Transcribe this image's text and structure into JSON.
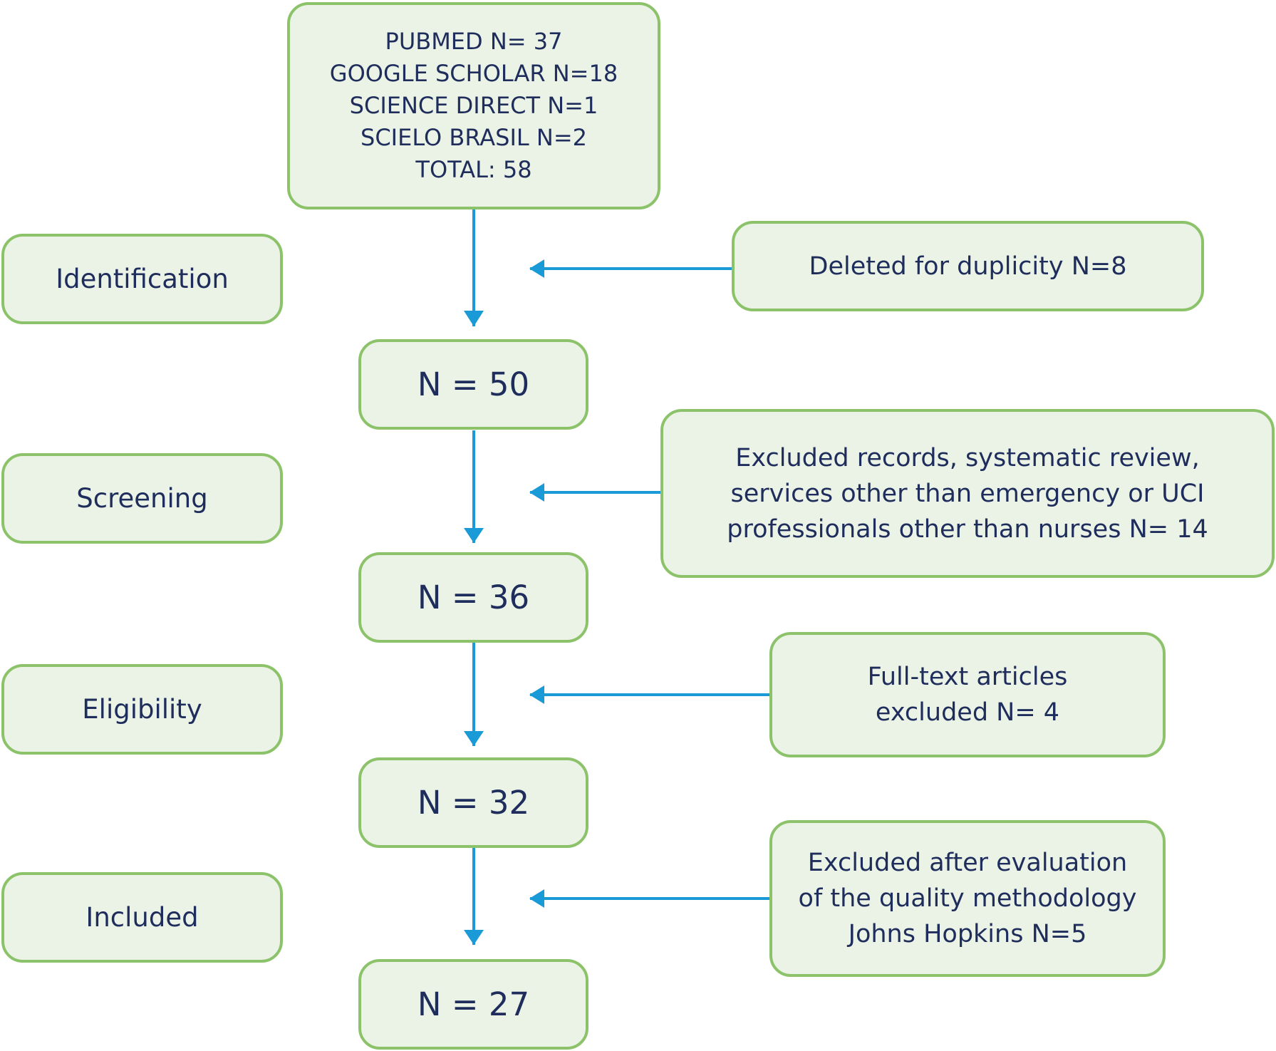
{
  "sources": [
    "PUBMED N= 37",
    "GOOGLE SCHOLAR N=18",
    "SCIENCE DIRECT N=1",
    "SCIELO BRASIL N=2",
    "TOTAL: 58"
  ],
  "stages": [
    "Identification",
    "Screening",
    "Eligibility",
    "Included"
  ],
  "counts": [
    "N = 50",
    "N = 36",
    "N = 32",
    "N = 27"
  ],
  "exclusions": [
    [
      "Deleted for duplicity N=8"
    ],
    [
      "Excluded records, systematic review,",
      "services other than emergency or UCI",
      "professionals other than nurses N= 14"
    ],
    [
      "Full-text articles",
      "excluded N= 4"
    ],
    [
      "Excluded after evaluation",
      "of the quality methodology",
      "Johns Hopkins N=5"
    ]
  ],
  "colors": {
    "box_fill": "#ebf3e6",
    "box_border": "#8cc36a",
    "arrow": "#1b9ad8",
    "text": "#1f2d5c"
  }
}
